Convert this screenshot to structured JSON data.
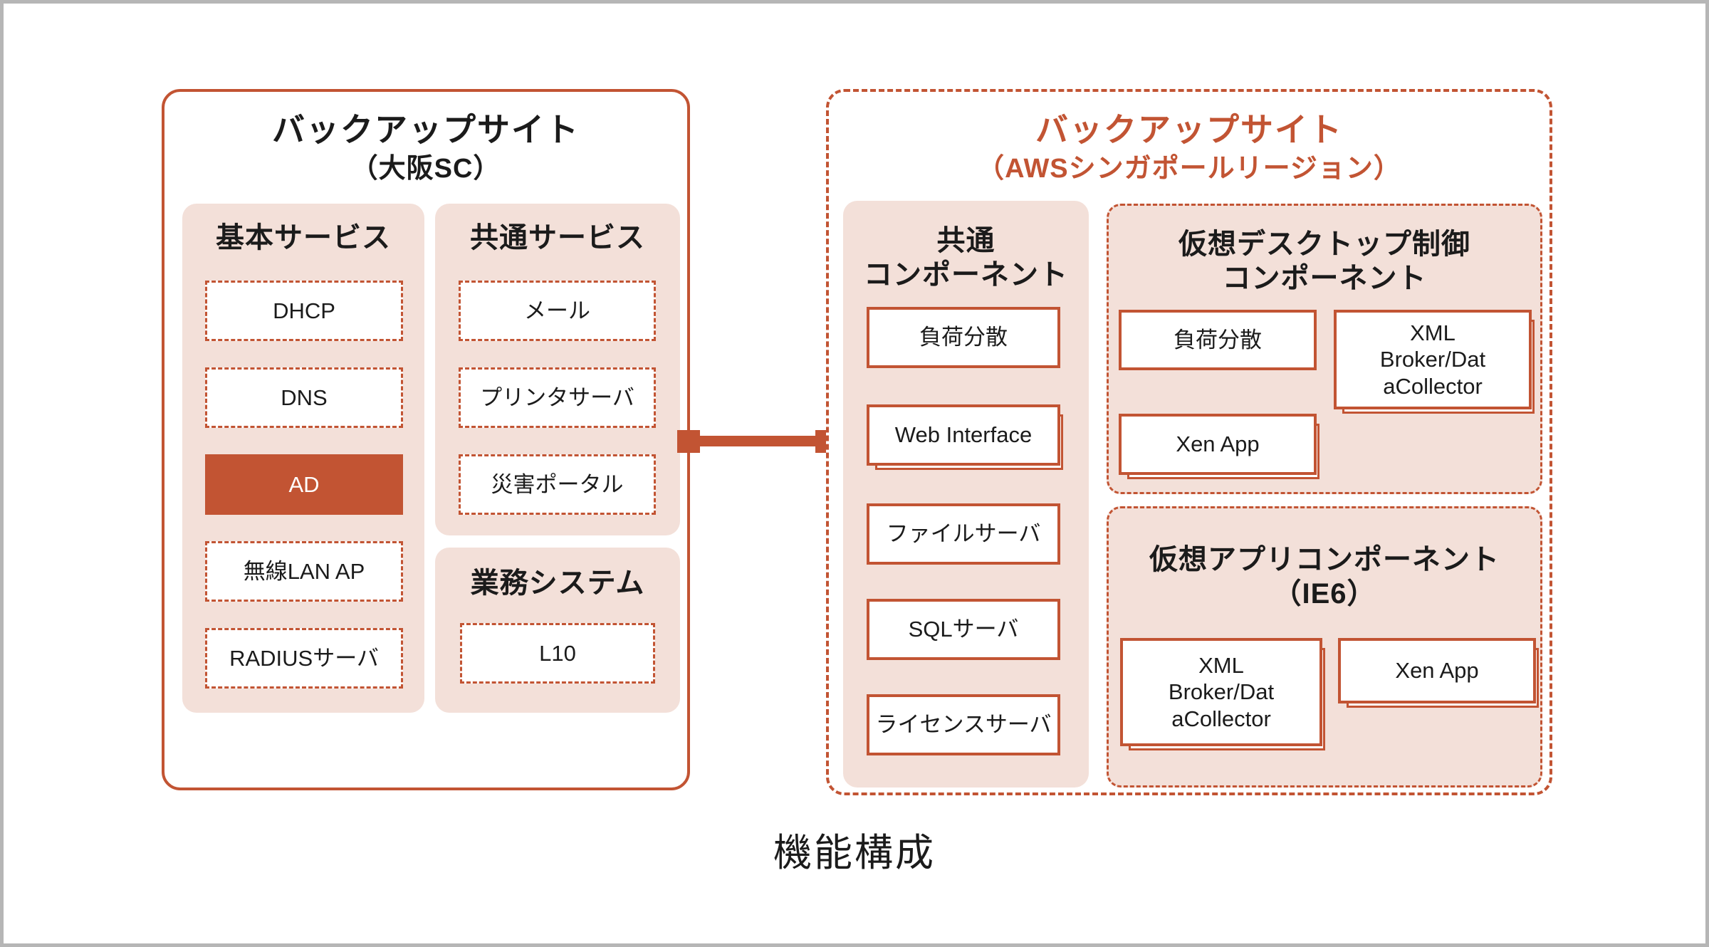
{
  "caption": "機能構成",
  "colors": {
    "accent": "#c25433",
    "panel_pink": "#f3e0d9"
  },
  "osaka_site": {
    "title": "バックアップサイト",
    "subtitle": "（大阪SC）",
    "panels": {
      "basic": {
        "title": "基本サービス",
        "items": [
          "DHCP",
          "DNS",
          "AD",
          "無線LAN AP",
          "RADIUSサーバ"
        ]
      },
      "common": {
        "title": "共通サービス",
        "items": [
          "メール",
          "プリンタサーバ",
          "災害ポータル"
        ]
      },
      "business": {
        "title": "業務システム",
        "items": [
          "L10"
        ]
      }
    }
  },
  "aws_site": {
    "title": "バックアップサイト",
    "subtitle": "（AWSシンガポールリージョン）",
    "panels": {
      "common_components": {
        "title": "共通\nコンポーネント",
        "items": [
          "負荷分散",
          "Web Interface",
          "ファイルサーバ",
          "SQLサーバ",
          "ライセンスサーバ"
        ]
      },
      "vdi_control": {
        "title": "仮想デスクトップ制御\nコンポーネント",
        "items": [
          "負荷分散",
          "XML\nBroker/Dat\naCollector",
          "Xen App"
        ]
      },
      "virtual_app": {
        "title": "仮想アプリコンポーネント\n（IE6）",
        "items": [
          "XML\nBroker/Dat\naCollector",
          "Xen App"
        ]
      }
    }
  }
}
